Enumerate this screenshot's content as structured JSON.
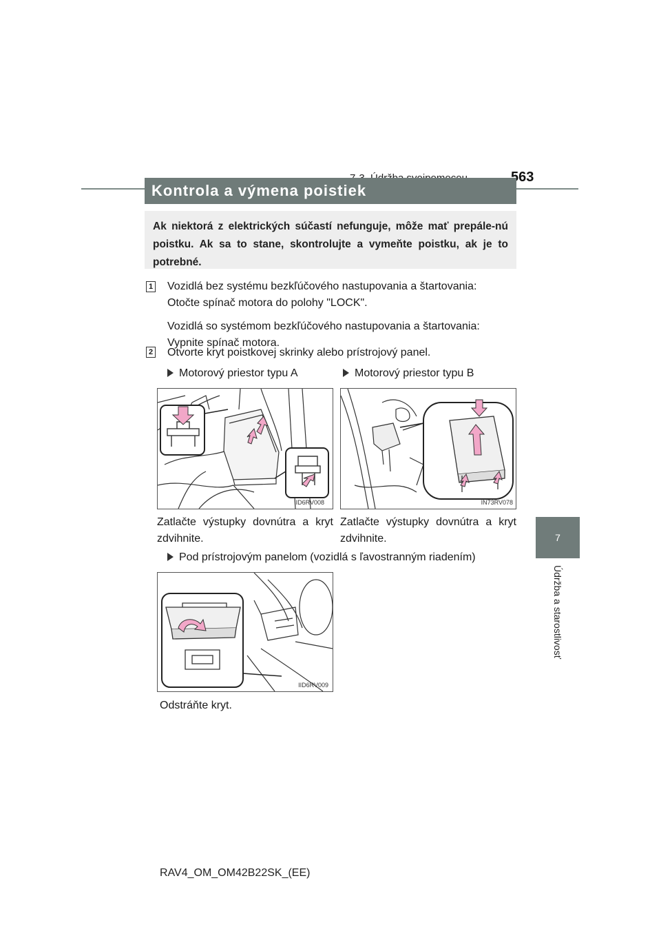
{
  "header": {
    "section": "7-3. Údržba svojpomocou",
    "page_number": "563"
  },
  "side": {
    "tab_number": "7",
    "label": "Údržba a starostlivosť"
  },
  "title": "Kontrola a výmena poistiek",
  "intro": "Ak niektorá z elektrických súčastí nefunguje, môže mať prepále-nú poistku. Ak sa to stane, skontrolujte a vymeňte poistku, ak je to potrebné.",
  "steps": [
    {
      "badge": "1",
      "lines": [
        "Vozidlá bez systému bezkľúčového nastupovania a štartovania:",
        "Otočte spínač motora do polohy \"LOCK\".",
        "Vozidlá so systémom bezkľúčového nastupovania a štartovania:",
        "Vypnite spínač motora."
      ]
    },
    {
      "badge": "2",
      "lines": [
        "Otvorte kryt poistkovej skrinky alebo prístrojový panel."
      ]
    }
  ],
  "figures": [
    {
      "heading": "Motorový priestor typu A",
      "code": "IID6RV008",
      "caption": "Zatlačte výstupky dovnútra a kryt zdvihnite."
    },
    {
      "heading": "Motorový priestor typu B",
      "code": "IN73RV078",
      "caption": "Zatlačte výstupky dovnútra a kryt zdvihnite."
    },
    {
      "heading": "Pod prístrojovým panelom (vozidlá s ľavostranným riadením)",
      "code": "IID6RV009",
      "caption": "Odstráňte kryt."
    }
  ],
  "footer": "RAV4_OM_OM42B22SK_(EE)",
  "colors": {
    "title_bar": "#6f7b79",
    "intro_bg": "#eeeeee",
    "arrow_pink": "#f2a7c8",
    "rule": "#7d8a87"
  }
}
